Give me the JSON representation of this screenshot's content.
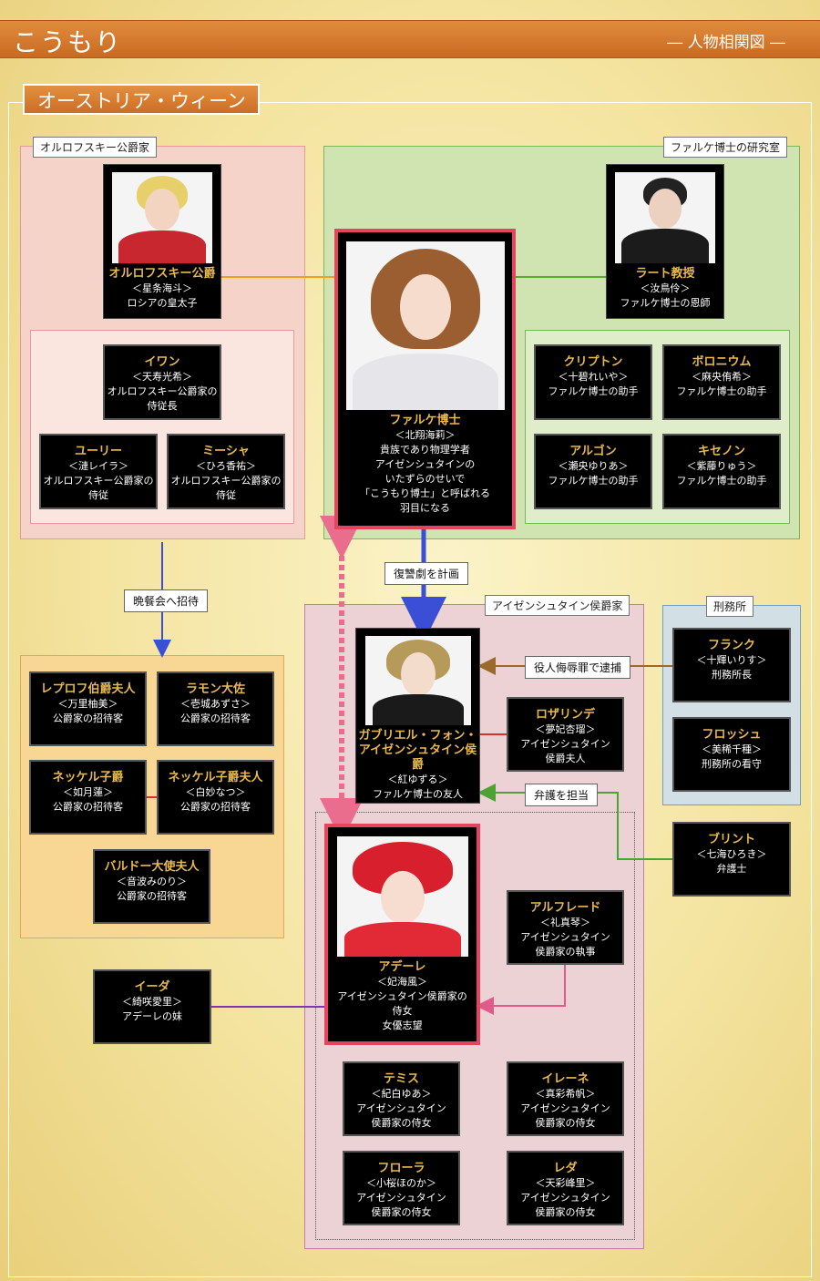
{
  "header": {
    "title": "こうもり",
    "subtitle": "― 人物相関図 ―"
  },
  "region": "オーストリア・ウィーン",
  "groups": {
    "orlofsky": "オルロフスキー公爵家",
    "lab": "ファルケ博士の研究室",
    "eisenstein": "アイゼンシュタイン侯爵家",
    "prison": "刑務所"
  },
  "relations": {
    "invite": "晩餐会へ招待",
    "revenge": "復讐劇を計画",
    "arrest": "役人侮辱罪で逮捕",
    "defend": "弁護を担当"
  },
  "characters": {
    "orlofsky": {
      "name": "オルロフスキー公爵",
      "actor": "＜星条海斗＞",
      "lines": [
        "ロシアの皇太子"
      ]
    },
    "falke": {
      "name": "ファルケ博士",
      "actor": "＜北翔海莉＞",
      "lines": [
        "貴族であり物理学者",
        "アイゼンシュタインの",
        "いたずらのせいで",
        "「こうもり博士」と呼ばれる",
        "羽目になる"
      ]
    },
    "rat": {
      "name": "ラート教授",
      "actor": "＜汝鳥伶＞",
      "lines": [
        "ファルケ博士の恩師"
      ]
    },
    "iwan": {
      "name": "イワン",
      "actor": "＜天寿光希＞",
      "lines": [
        "オルロフスキー公爵家の",
        "侍従長"
      ]
    },
    "yuri": {
      "name": "ユーリー",
      "actor": "＜漣レイラ＞",
      "lines": [
        "オルロフスキー公爵家の",
        "侍従"
      ]
    },
    "misha": {
      "name": "ミーシャ",
      "actor": "＜ひろ香祐＞",
      "lines": [
        "オルロフスキー公爵家の",
        "侍従"
      ]
    },
    "krypton": {
      "name": "クリプトン",
      "actor": "＜十碧れいや＞",
      "lines": [
        "ファルケ博士の助手"
      ]
    },
    "boronium": {
      "name": "ボロニウム",
      "actor": "＜麻央侑希＞",
      "lines": [
        "ファルケ博士の助手"
      ]
    },
    "argon": {
      "name": "アルゴン",
      "actor": "＜瀬央ゆりあ＞",
      "lines": [
        "ファルケ博士の助手"
      ]
    },
    "xenon": {
      "name": "キセノン",
      "actor": "＜紫藤りゅう＞",
      "lines": [
        "ファルケ博士の助手"
      ]
    },
    "lepurov": {
      "name": "レプロフ伯爵夫人",
      "actor": "＜万里柚美＞",
      "lines": [
        "公爵家の招待客"
      ]
    },
    "ramon": {
      "name": "ラモン大佐",
      "actor": "＜壱城あずさ＞",
      "lines": [
        "公爵家の招待客"
      ]
    },
    "neckel": {
      "name": "ネッケル子爵",
      "actor": "＜如月蓮＞",
      "lines": [
        "公爵家の招待客"
      ]
    },
    "neckelw": {
      "name": "ネッケル子爵夫人",
      "actor": "＜白妙なつ＞",
      "lines": [
        "公爵家の招待客"
      ]
    },
    "bardo": {
      "name": "バルドー大使夫人",
      "actor": "＜音波みのり＞",
      "lines": [
        "公爵家の招待客"
      ]
    },
    "gabriel": {
      "name": "ガブリエル・フォン・",
      "name2": "アイゼンシュタイン侯爵",
      "actor": "＜紅ゆずる＞",
      "lines": [
        "ファルケ博士の友人"
      ]
    },
    "rosalinde": {
      "name": "ロザリンデ",
      "actor": "＜夢妃杏瑠＞",
      "lines": [
        "アイゼンシュタイン",
        "侯爵夫人"
      ]
    },
    "frank": {
      "name": "フランク",
      "actor": "＜十輝いりす＞",
      "lines": [
        "刑務所長"
      ]
    },
    "frosch": {
      "name": "フロッシュ",
      "actor": "＜美稀千種＞",
      "lines": [
        "刑務所の看守"
      ]
    },
    "blind": {
      "name": "ブリント",
      "actor": "＜七海ひろき＞",
      "lines": [
        "弁護士"
      ]
    },
    "alfred": {
      "name": "アルフレード",
      "actor": "＜礼真琴＞",
      "lines": [
        "アイゼンシュタイン",
        "侯爵家の執事"
      ]
    },
    "adele": {
      "name": "アデーレ",
      "actor": "＜妃海風＞",
      "lines": [
        "アイゼンシュタイン侯爵家の",
        "侍女",
        "女優志望"
      ]
    },
    "ida": {
      "name": "イーダ",
      "actor": "＜綺咲愛里＞",
      "lines": [
        "アデーレの妹"
      ]
    },
    "themis": {
      "name": "テミス",
      "actor": "＜紀白ゆあ＞",
      "lines": [
        "アイゼンシュタイン",
        "侯爵家の侍女"
      ]
    },
    "irene": {
      "name": "イレーネ",
      "actor": "＜真彩希帆＞",
      "lines": [
        "アイゼンシュタイン",
        "侯爵家の侍女"
      ]
    },
    "flora": {
      "name": "フローラ",
      "actor": "＜小桜ほのか＞",
      "lines": [
        "アイゼンシュタイン",
        "侯爵家の侍女"
      ]
    },
    "leda": {
      "name": "レダ",
      "actor": "＜天彩峰里＞",
      "lines": [
        "アイゼンシュタイン",
        "侯爵家の侍女"
      ]
    }
  },
  "colors": {
    "orlofsky_group": "#f6d3c8",
    "lab_group": "#cfe4b0",
    "eisenstein_group": "#ecd2d4",
    "prison_group": "#d2e0e6",
    "guest_group": "#f7d793",
    "name_gold": "#e8b94e",
    "main_border": "#e5445c"
  }
}
